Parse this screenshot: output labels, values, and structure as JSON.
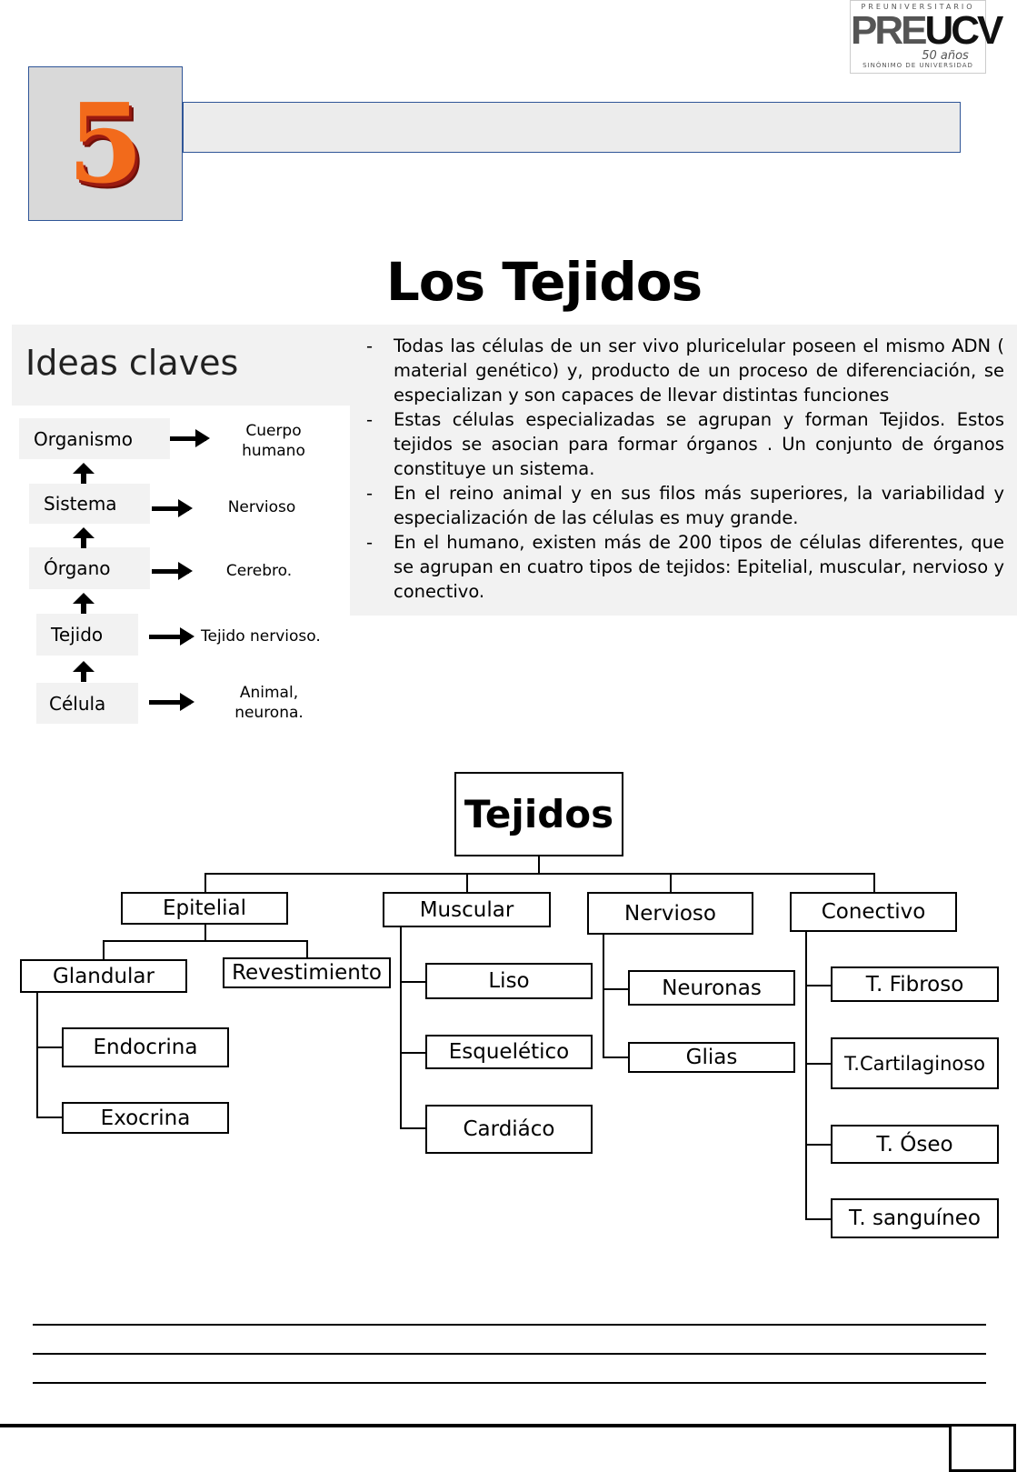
{
  "header": {
    "unit_number": "5",
    "logo": {
      "top": "PREUNIVERSITARIO",
      "pre": "PRE",
      "ucv": "UCV",
      "years": "50 años",
      "tagline": "SINÓNIMO DE UNIVERSIDAD"
    }
  },
  "title": "Los Tejidos",
  "ideas": {
    "heading": "Ideas claves",
    "hierarchy": [
      {
        "level": "Organismo",
        "example": "Cuerpo humano"
      },
      {
        "level": "Sistema",
        "example": "Nervioso"
      },
      {
        "level": "Órgano",
        "example": "Cerebro."
      },
      {
        "level": "Tejido",
        "example": "Tejido nervioso."
      },
      {
        "level": "Célula",
        "example": "Animal, neurona."
      }
    ],
    "bullets": [
      "Todas las células de un ser vivo pluricelular poseen el mismo ADN ( material genético) y, producto de un proceso de diferenciación, se especializan y son capaces de llevar distintas funciones",
      "Estas células especializadas se agrupan y forman Tejidos. Estos tejidos se asocian para formar órganos . Un conjunto de órganos constituye un sistema.",
      "En el reino animal y en sus filos más superiores, la variabilidad y especialización de las células es muy grande.",
      "En el humano, existen más de 200 tipos de células diferentes, que se agrupan en cuatro tipos de tejidos: Epitelial, muscular, nervioso y conectivo."
    ]
  },
  "tree": {
    "root": "Tejidos",
    "epitelial": "Epitelial",
    "glandular": "Glandular",
    "revestimiento": "Revestimiento",
    "endocrina": "Endocrina",
    "exocrina": "Exocrina",
    "muscular": "Muscular",
    "liso": "Liso",
    "esqueletico": "Esquelético",
    "cardiaco": "Cardiáco",
    "nervioso": "Nervioso",
    "neuronas": "Neuronas",
    "glias": "Glias",
    "conectivo": "Conectivo",
    "fibroso": "T. Fibroso",
    "cartilaginoso": "T.Cartilaginoso",
    "oseo": "T. Óseo",
    "sanguineo": "T. sanguíneo"
  }
}
